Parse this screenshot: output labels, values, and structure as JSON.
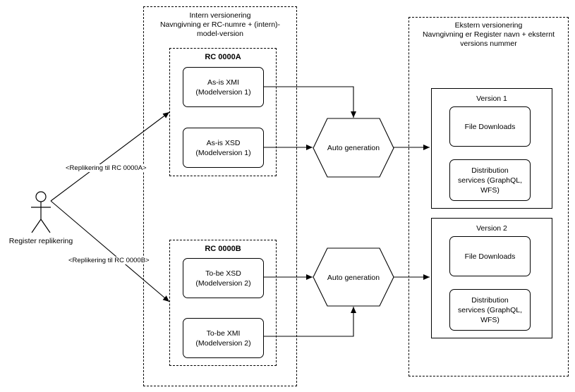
{
  "internal": {
    "title_line1": "Intern versionering",
    "title_line2": "Navngivning er RC-numre + (intern)-",
    "title_line3": "model-version"
  },
  "external": {
    "title_line1": "Ekstern versionering",
    "title_line2": "Navngivning er Register navn + eksternt",
    "title_line3": "versions nummer"
  },
  "rc_a": {
    "title": "RC 0000A",
    "box1_line1": "As-is XMI",
    "box1_line2": "(Modelversion 1)",
    "box2_line1": "As-is XSD",
    "box2_line2": "(Modelversion 1)"
  },
  "rc_b": {
    "title": "RC 0000B",
    "box1_line1": "To-be XSD",
    "box1_line2": "(Modelversion 2)",
    "box2_line1": "To-be XMI",
    "box2_line2": "(Modelversion 2)"
  },
  "process": {
    "auto_a": "Auto generation",
    "auto_b": "Auto generation"
  },
  "version1": {
    "title": "Version 1",
    "downloads": "File Downloads",
    "dist_line1": "Distribution",
    "dist_line2": "services (GraphQL,",
    "dist_line3": "WFS)"
  },
  "version2": {
    "title": "Version 2",
    "downloads": "File Downloads",
    "dist_line1": "Distribution",
    "dist_line2": "services (GraphQL,",
    "dist_line3": "WFS)"
  },
  "actor": {
    "label": "Register replikering"
  },
  "edges": {
    "to_a": "<Replikering til RC 0000A>",
    "to_b": "<Replikering til RC 0000B>"
  }
}
